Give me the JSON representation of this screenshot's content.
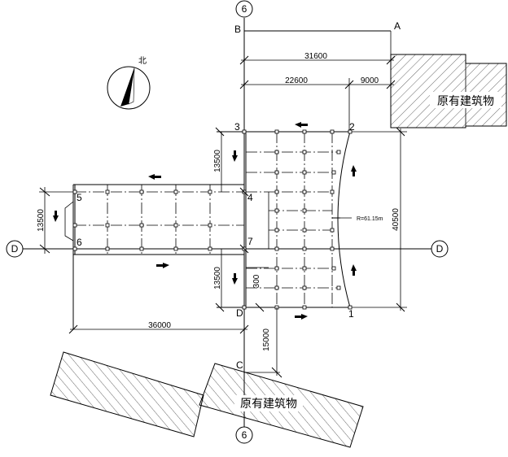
{
  "drawing": {
    "axis_6_top": "6",
    "axis_6_bottom": "6",
    "axis_d_left": "D",
    "axis_d_right": "D",
    "point_a": "A",
    "point_b": "B",
    "point_c": "C",
    "point_d": "D",
    "node_1": "1",
    "node_2": "2",
    "node_3": "3",
    "node_4": "4",
    "node_5": "5",
    "node_6": "6",
    "node_7": "7",
    "north_label": "北",
    "building_right": "原有建筑物",
    "building_bottom": "原有建筑物",
    "radius_label": "R=61.15m"
  },
  "dimensions": {
    "d31600": "31600",
    "d22600": "22600",
    "d9000": "9000",
    "d13500_upper": "13500",
    "d13500_left": "13500",
    "d13500_lower": "13500",
    "d40500": "40500",
    "d300": "300",
    "d36000": "36000",
    "d15000": "15000"
  }
}
